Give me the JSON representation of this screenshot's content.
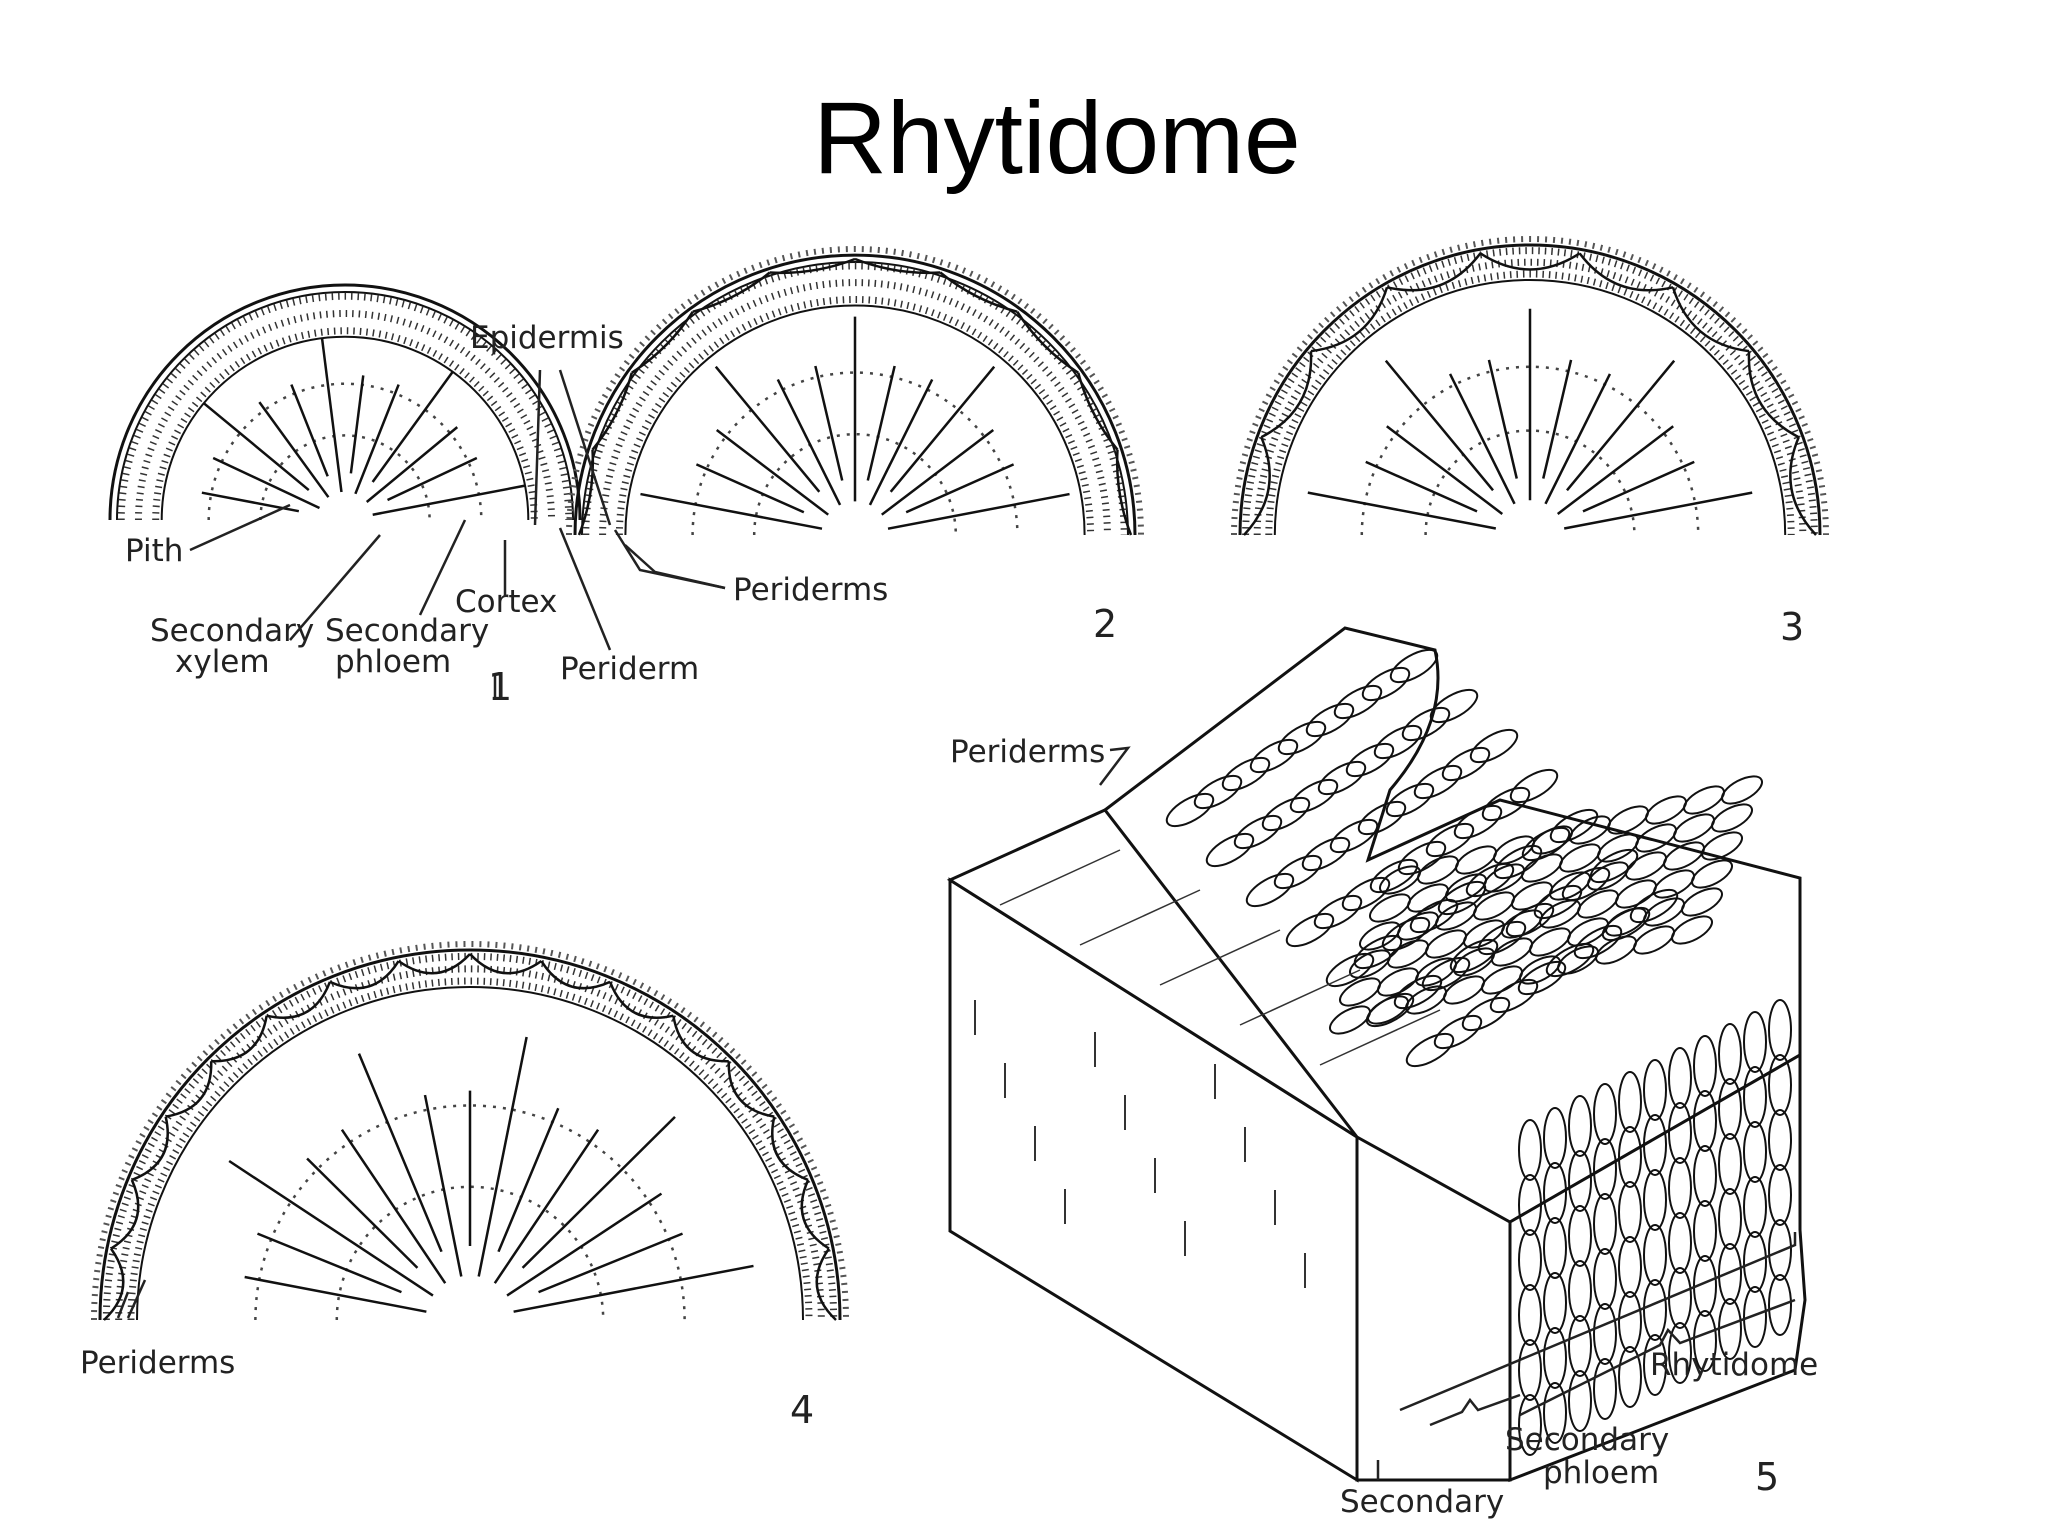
{
  "title": "Rhytidome",
  "panels": [
    {
      "number": "1",
      "labels": {
        "epidermis": "Epidermis",
        "pith": "Pith",
        "cortex": "Cortex",
        "secondary_xylem_1": "Secondary",
        "secondary_xylem_2": "xylem",
        "secondary_phloem_1": "Secondary",
        "secondary_phloem_2": "phloem",
        "periderm": "Periderm"
      }
    },
    {
      "number": "2",
      "labels": {
        "periderms": "Periderms"
      }
    },
    {
      "number": "3",
      "labels": {}
    },
    {
      "number": "4",
      "labels": {
        "periderms": "Periderms"
      }
    },
    {
      "number": "5",
      "labels": {
        "periderms": "Periderms",
        "rhytidome": "Rhytidome",
        "secondary_phloem_1": "Secondary",
        "secondary_phloem_2": "phloem",
        "secondary": "Secondary"
      }
    }
  ]
}
